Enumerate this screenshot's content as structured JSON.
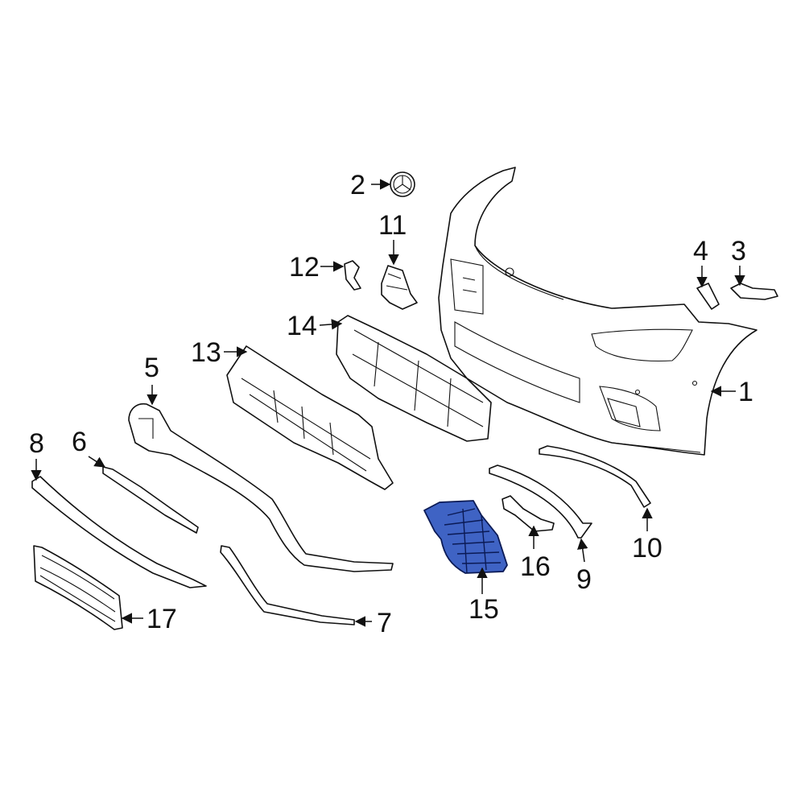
{
  "diagram": {
    "highlight_color": "#3f63c4",
    "callouts": [
      {
        "id": "1",
        "label": "1"
      },
      {
        "id": "2",
        "label": "2"
      },
      {
        "id": "3",
        "label": "3"
      },
      {
        "id": "4",
        "label": "4"
      },
      {
        "id": "5",
        "label": "5"
      },
      {
        "id": "6",
        "label": "6"
      },
      {
        "id": "7",
        "label": "7"
      },
      {
        "id": "8",
        "label": "8"
      },
      {
        "id": "9",
        "label": "9"
      },
      {
        "id": "10",
        "label": "10"
      },
      {
        "id": "11",
        "label": "11"
      },
      {
        "id": "12",
        "label": "12"
      },
      {
        "id": "13",
        "label": "13"
      },
      {
        "id": "14",
        "label": "14"
      },
      {
        "id": "15",
        "label": "15"
      },
      {
        "id": "16",
        "label": "16"
      },
      {
        "id": "17",
        "label": "17"
      }
    ]
  }
}
